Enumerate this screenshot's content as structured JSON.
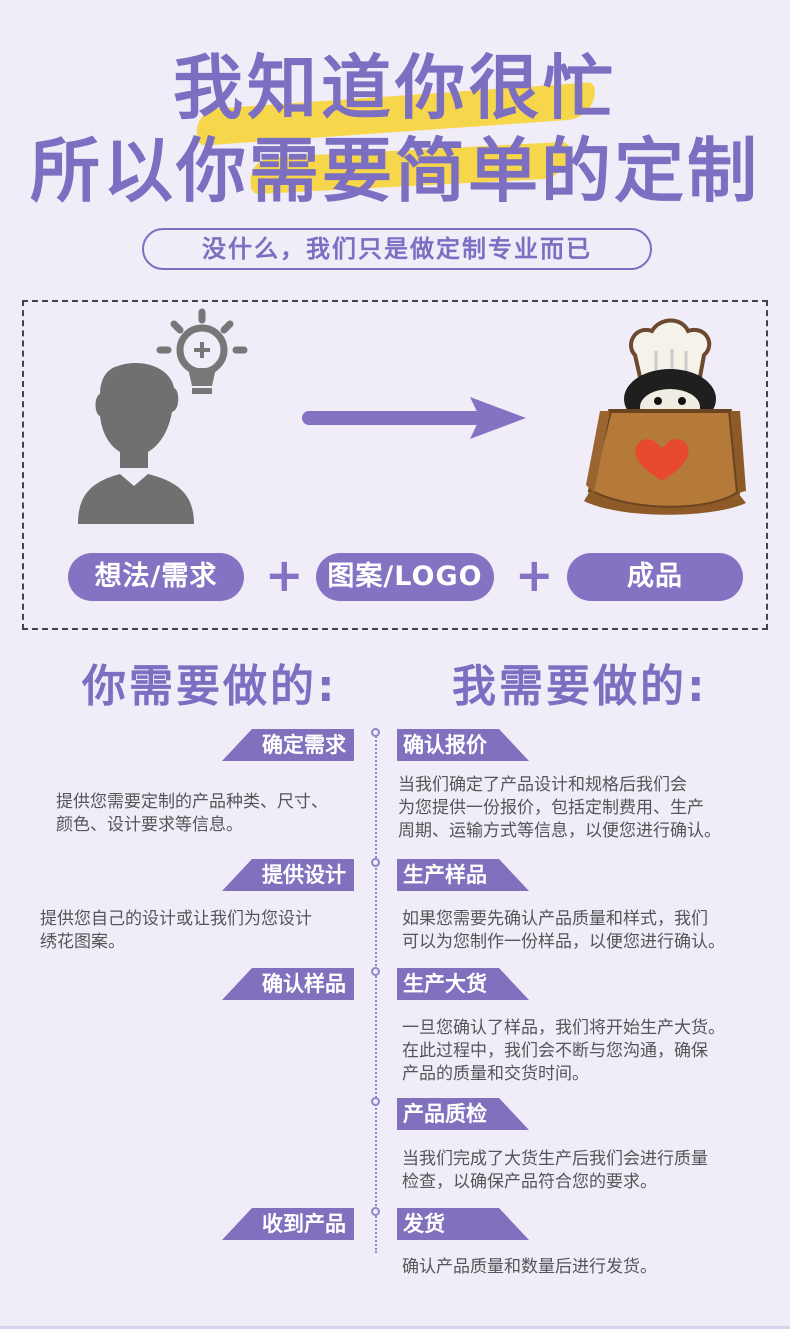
{
  "headline": {
    "line1": "我知道你很忙",
    "line2": "所以你需要简单的定制",
    "highlight_color": "#f6d64a",
    "text_color": "#7c6ec1"
  },
  "subtitle": "没什么，我们只是做定制专业而已",
  "process": {
    "steps": [
      "想法/需求",
      "图案/LOGO",
      "成品"
    ],
    "plus": "+",
    "icons": [
      "person-idea-icon",
      "arrow-right-icon",
      "penguin-patch-image"
    ]
  },
  "columns": {
    "you_title": "你需要做的:",
    "me_title": "我需要做的:"
  },
  "you_steps": [
    {
      "tag": "确定需求",
      "desc": [
        "提供您需要定制的产品种类、尺寸、",
        "颜色、设计要求等信息。"
      ]
    },
    {
      "tag": "提供设计",
      "desc": [
        "提供您自己的设计或让我们为您设计",
        "绣花图案。"
      ]
    },
    {
      "tag": "确认样品",
      "desc": []
    },
    {
      "tag": "收到产品",
      "desc": []
    }
  ],
  "me_steps": [
    {
      "tag": "确认报价",
      "desc": [
        "当我们确定了产品设计和规格后我们会",
        "为您提供一份报价，包括定制费用、生产",
        "周期、运输方式等信息，以便您进行确认。"
      ]
    },
    {
      "tag": "生产样品",
      "desc": [
        "如果您需要先确认产品质量和样式，我们",
        "可以为您制作一份样品，以便您进行确认。"
      ]
    },
    {
      "tag": "生产大货",
      "desc": [
        "一旦您确认了样品，我们将开始生产大货。",
        "在此过程中，我们会不断与您沟通，确保",
        "产品的质量和交货时间。"
      ]
    },
    {
      "tag": "产品质检",
      "desc": [
        "当我们完成了大货生产后我们会进行质量",
        "检查，以确保产品符合您的要求。"
      ]
    },
    {
      "tag": "发货",
      "desc": [
        "确认产品质量和数量后进行发货。"
      ]
    }
  ]
}
